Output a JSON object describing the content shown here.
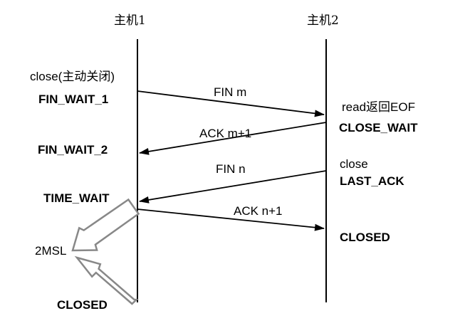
{
  "hosts": {
    "host1": "主机1",
    "host2": "主机2"
  },
  "host1_events": {
    "close_call": "close(主动关闭)",
    "fin_wait_1": "FIN_WAIT_1",
    "fin_wait_2": "FIN_WAIT_2",
    "time_wait": "TIME_WAIT",
    "msl": "2MSL",
    "closed": "CLOSED"
  },
  "host2_events": {
    "read_eof": "read返回EOF",
    "close_wait": "CLOSE_WAIT",
    "close_call": "close",
    "last_ack": "LAST_ACK",
    "closed": "CLOSED"
  },
  "messages": {
    "fin_m": "FIN m",
    "ack_m1": "ACK m+1",
    "fin_n": "FIN n",
    "ack_n1": "ACK n+1"
  }
}
